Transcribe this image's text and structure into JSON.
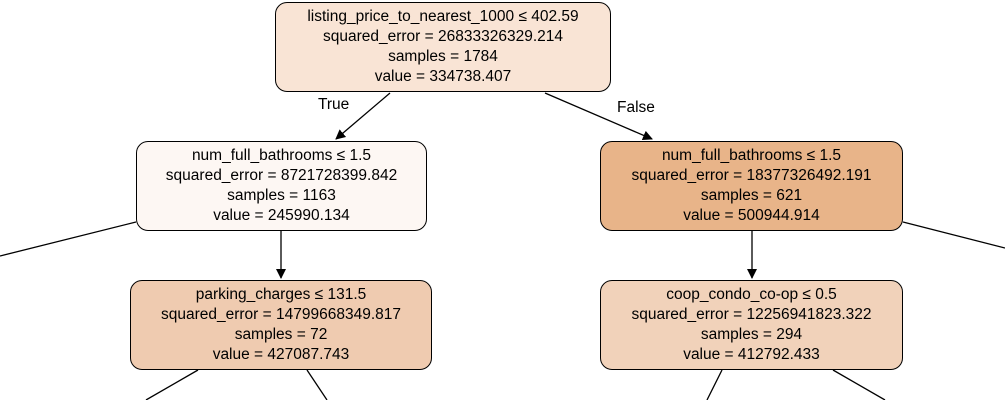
{
  "colors": {
    "root": "#f9e4d5",
    "left": "#fdf7f3",
    "right": "#e8b489",
    "left_left": "#efcbb0",
    "right_left": "#f1d2ba",
    "border": "#000000"
  },
  "nodes": {
    "root": {
      "split": "listing_price_to_nearest_1000 ≤ 402.59",
      "squared_error": "squared_error = 26833326329.214",
      "samples": "samples = 1784",
      "value": "value = 334738.407"
    },
    "left": {
      "split": "num_full_bathrooms ≤ 1.5",
      "squared_error": "squared_error = 8721728399.842",
      "samples": "samples = 1163",
      "value": "value = 245990.134"
    },
    "right": {
      "split": "num_full_bathrooms ≤ 1.5",
      "squared_error": "squared_error = 18377326492.191",
      "samples": "samples = 621",
      "value": "value = 500944.914"
    },
    "left_left": {
      "split": "parking_charges ≤ 131.5",
      "squared_error": "squared_error = 14799668349.817",
      "samples": "samples = 72",
      "value": "value = 427087.743"
    },
    "right_left": {
      "split": "coop_condo_co-op ≤ 0.5",
      "squared_error": "squared_error = 12256941823.322",
      "samples": "samples = 294",
      "value": "value = 412792.433"
    }
  },
  "edge_labels": {
    "true_label": "True",
    "false_label": "False"
  }
}
